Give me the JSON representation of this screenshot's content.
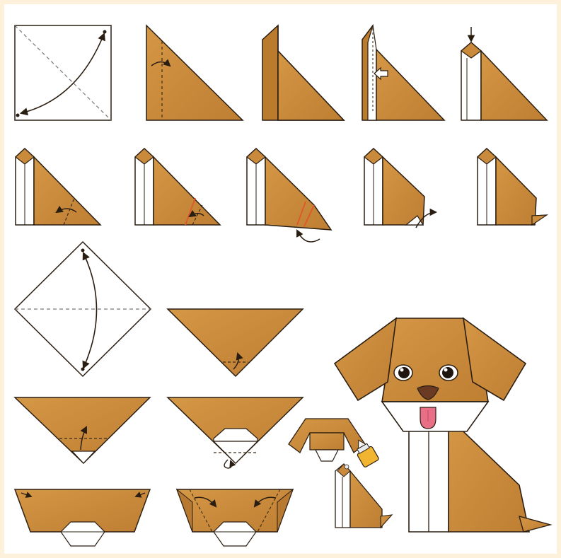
{
  "diagram": {
    "kind": "origami-instructions",
    "subject": "dog",
    "body_steps": 10,
    "head_steps": 6,
    "has_final_model": true,
    "has_glue_bottle": true
  },
  "colors": {
    "paper": "#c98a3c",
    "paper_dark": "#a86f2a",
    "paper_light": "#d9a153",
    "outline": "#2a1e12",
    "white_side": "#ffffff",
    "background": "#fdf1dc",
    "crease_marker": "#e0552a",
    "nose": "#6b3a22",
    "tongue": "#e86f86",
    "glue_body": "#f2b531"
  },
  "icons": [
    "fold-arrow-icon",
    "push-arrow-icon",
    "turn-over-icon",
    "glue-bottle-icon"
  ]
}
